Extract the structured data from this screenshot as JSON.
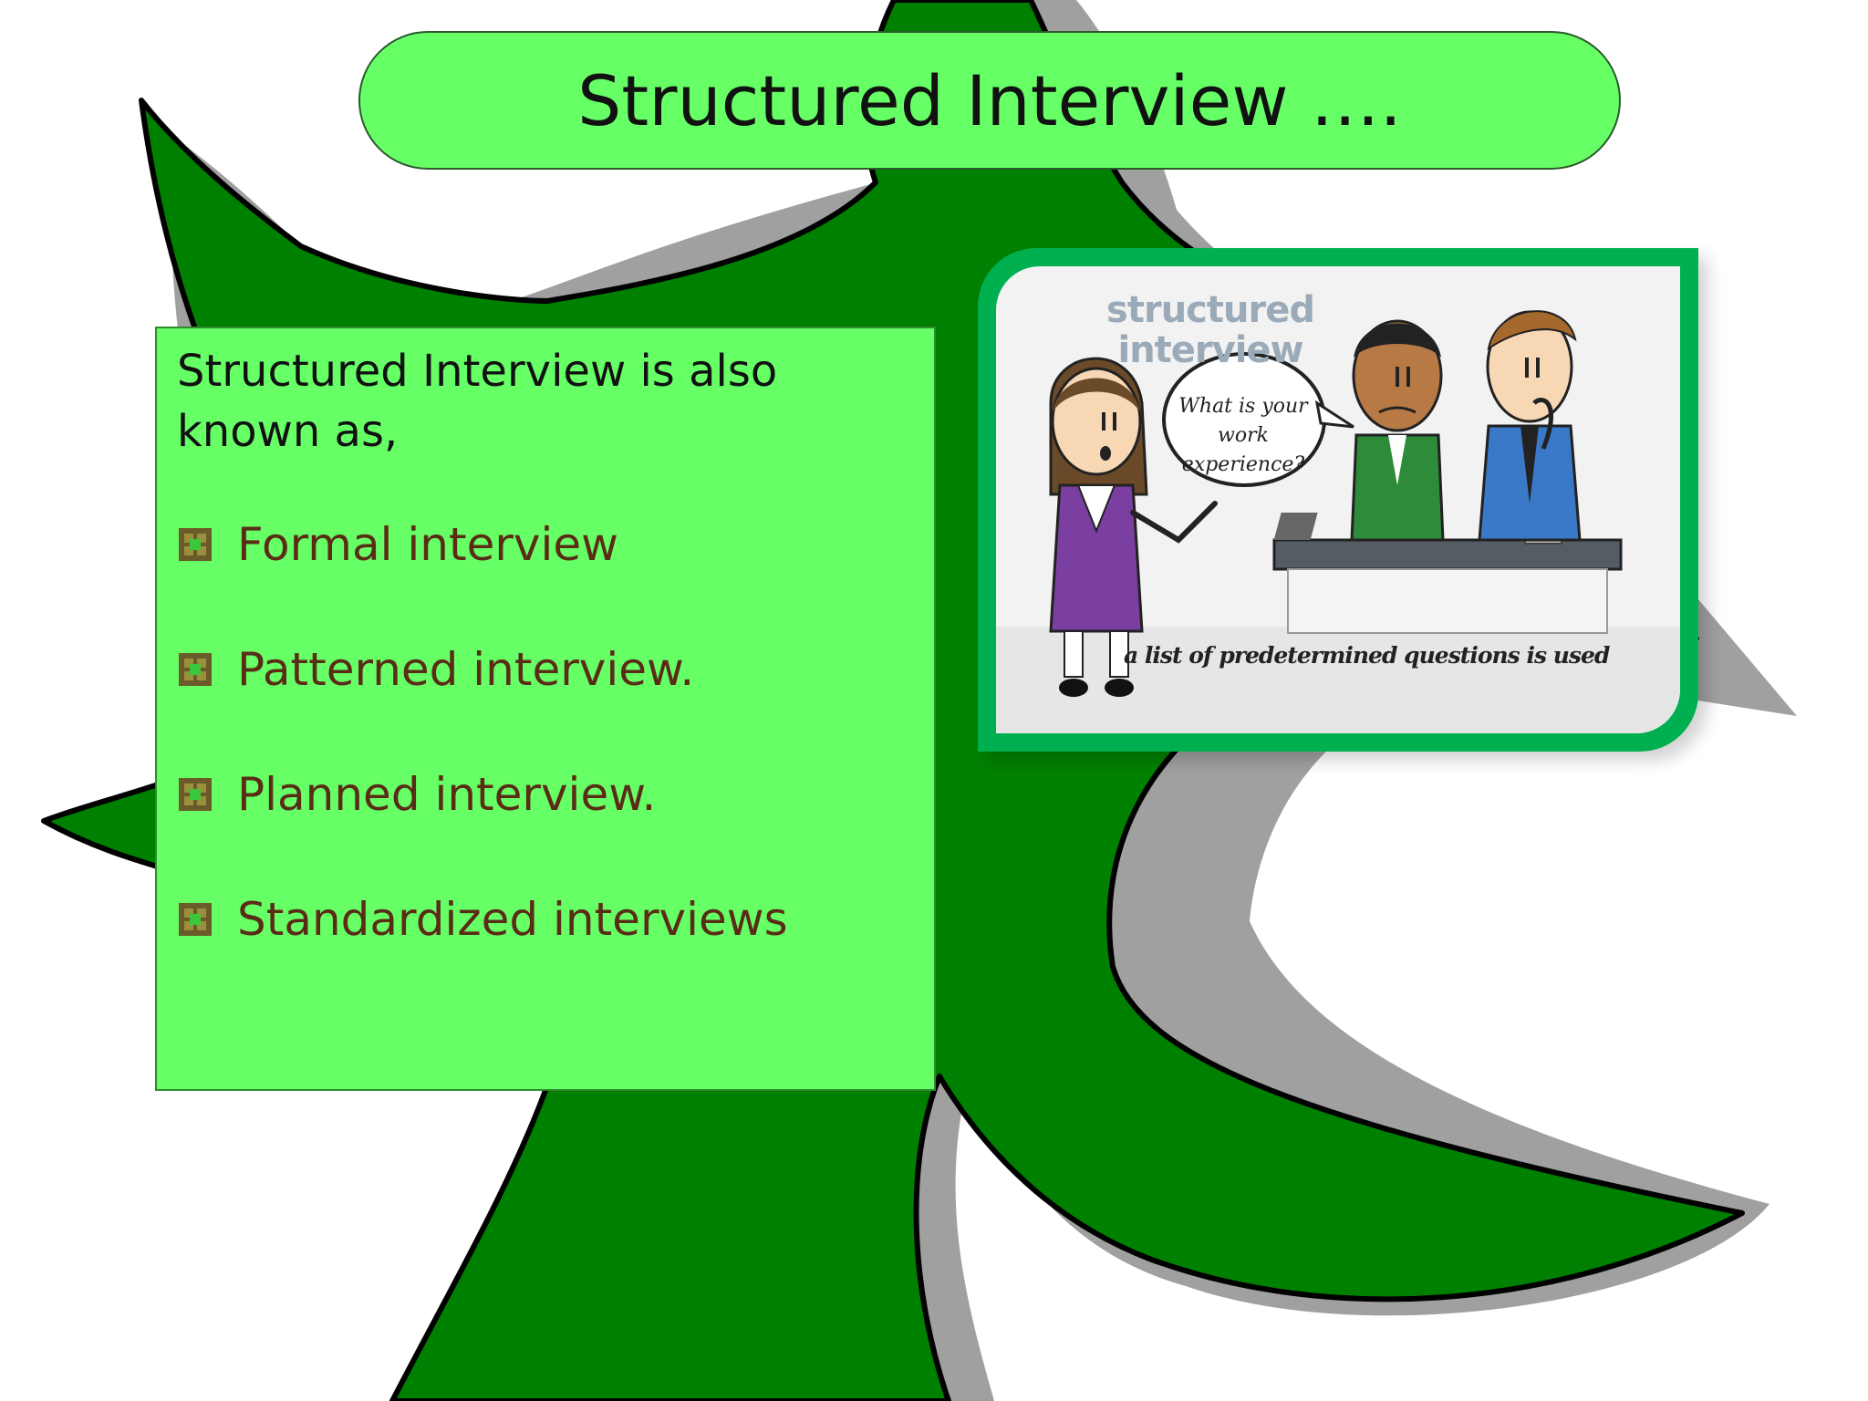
{
  "slide": {
    "title": "Structured Interview ….",
    "intro_text": "Structured Interview is also known as,",
    "bullets": [
      {
        "label": "Formal interview"
      },
      {
        "label": "Patterned interview."
      },
      {
        "label": "Planned interview."
      },
      {
        "label": "Standardized interviews"
      }
    ]
  },
  "illustration": {
    "scene_title": "structured interview",
    "speech_bubble": "What is your work experience?",
    "caption": "a list of predetermined questions is used"
  },
  "colors": {
    "title_fill": "#66ff66",
    "content_fill": "#66ff66",
    "starfish_green": "#008000",
    "frame_green": "#00b050",
    "bullet_text": "#5a2c16"
  },
  "icons": {
    "bullet": "square-bullet-icon",
    "background": "starfish-shape"
  }
}
